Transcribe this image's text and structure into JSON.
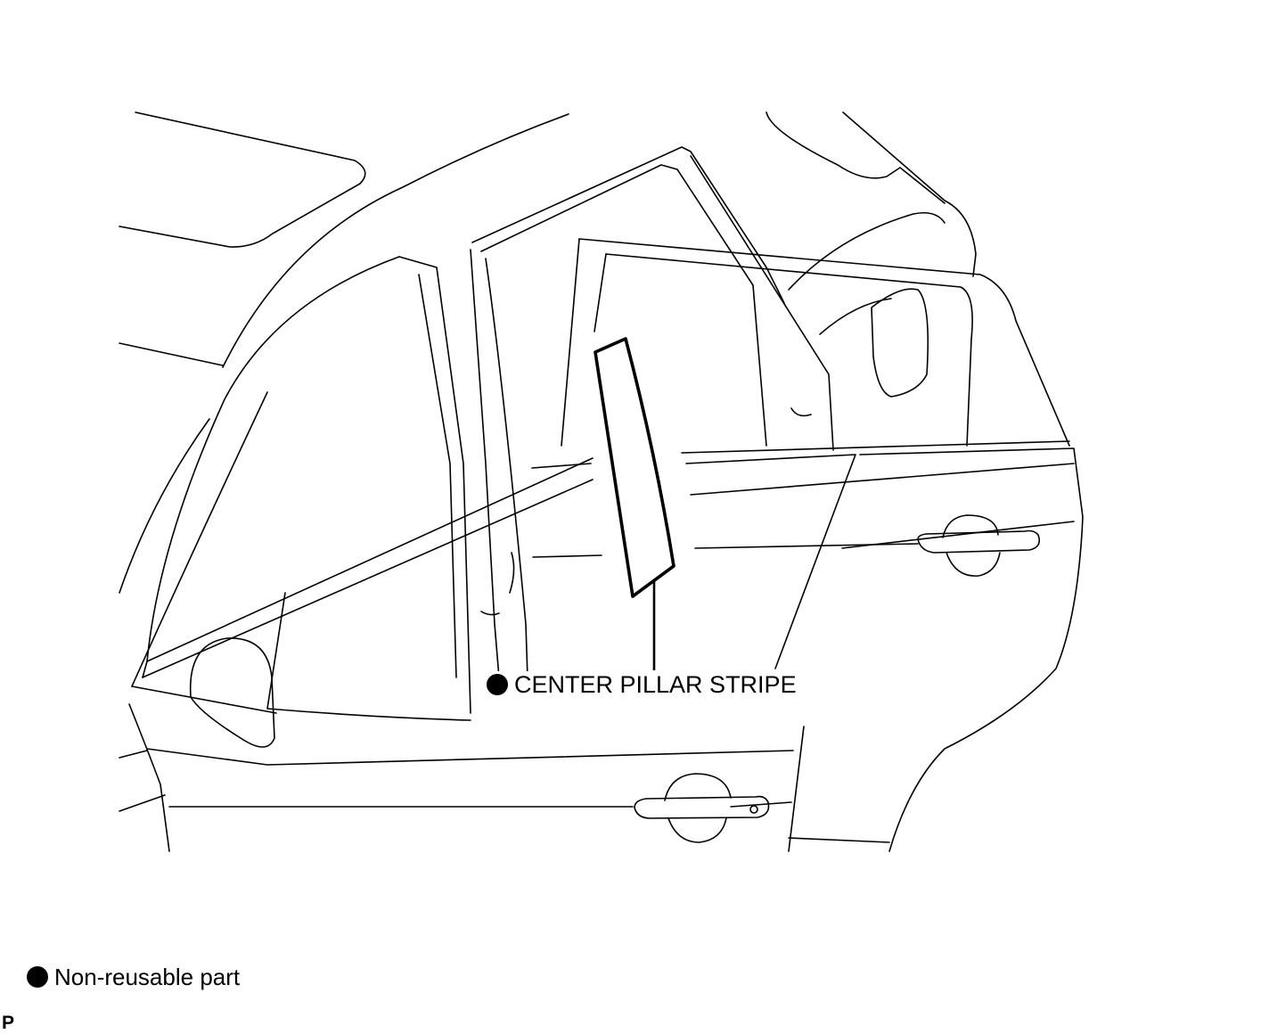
{
  "diagram": {
    "callout": {
      "marker_icon": "filled-circle-icon",
      "text": "CENTER PILLAR STRIPE"
    },
    "legend": {
      "marker_icon": "filled-circle-icon",
      "text": "Non-reusable part"
    },
    "corner_mark": "P"
  }
}
